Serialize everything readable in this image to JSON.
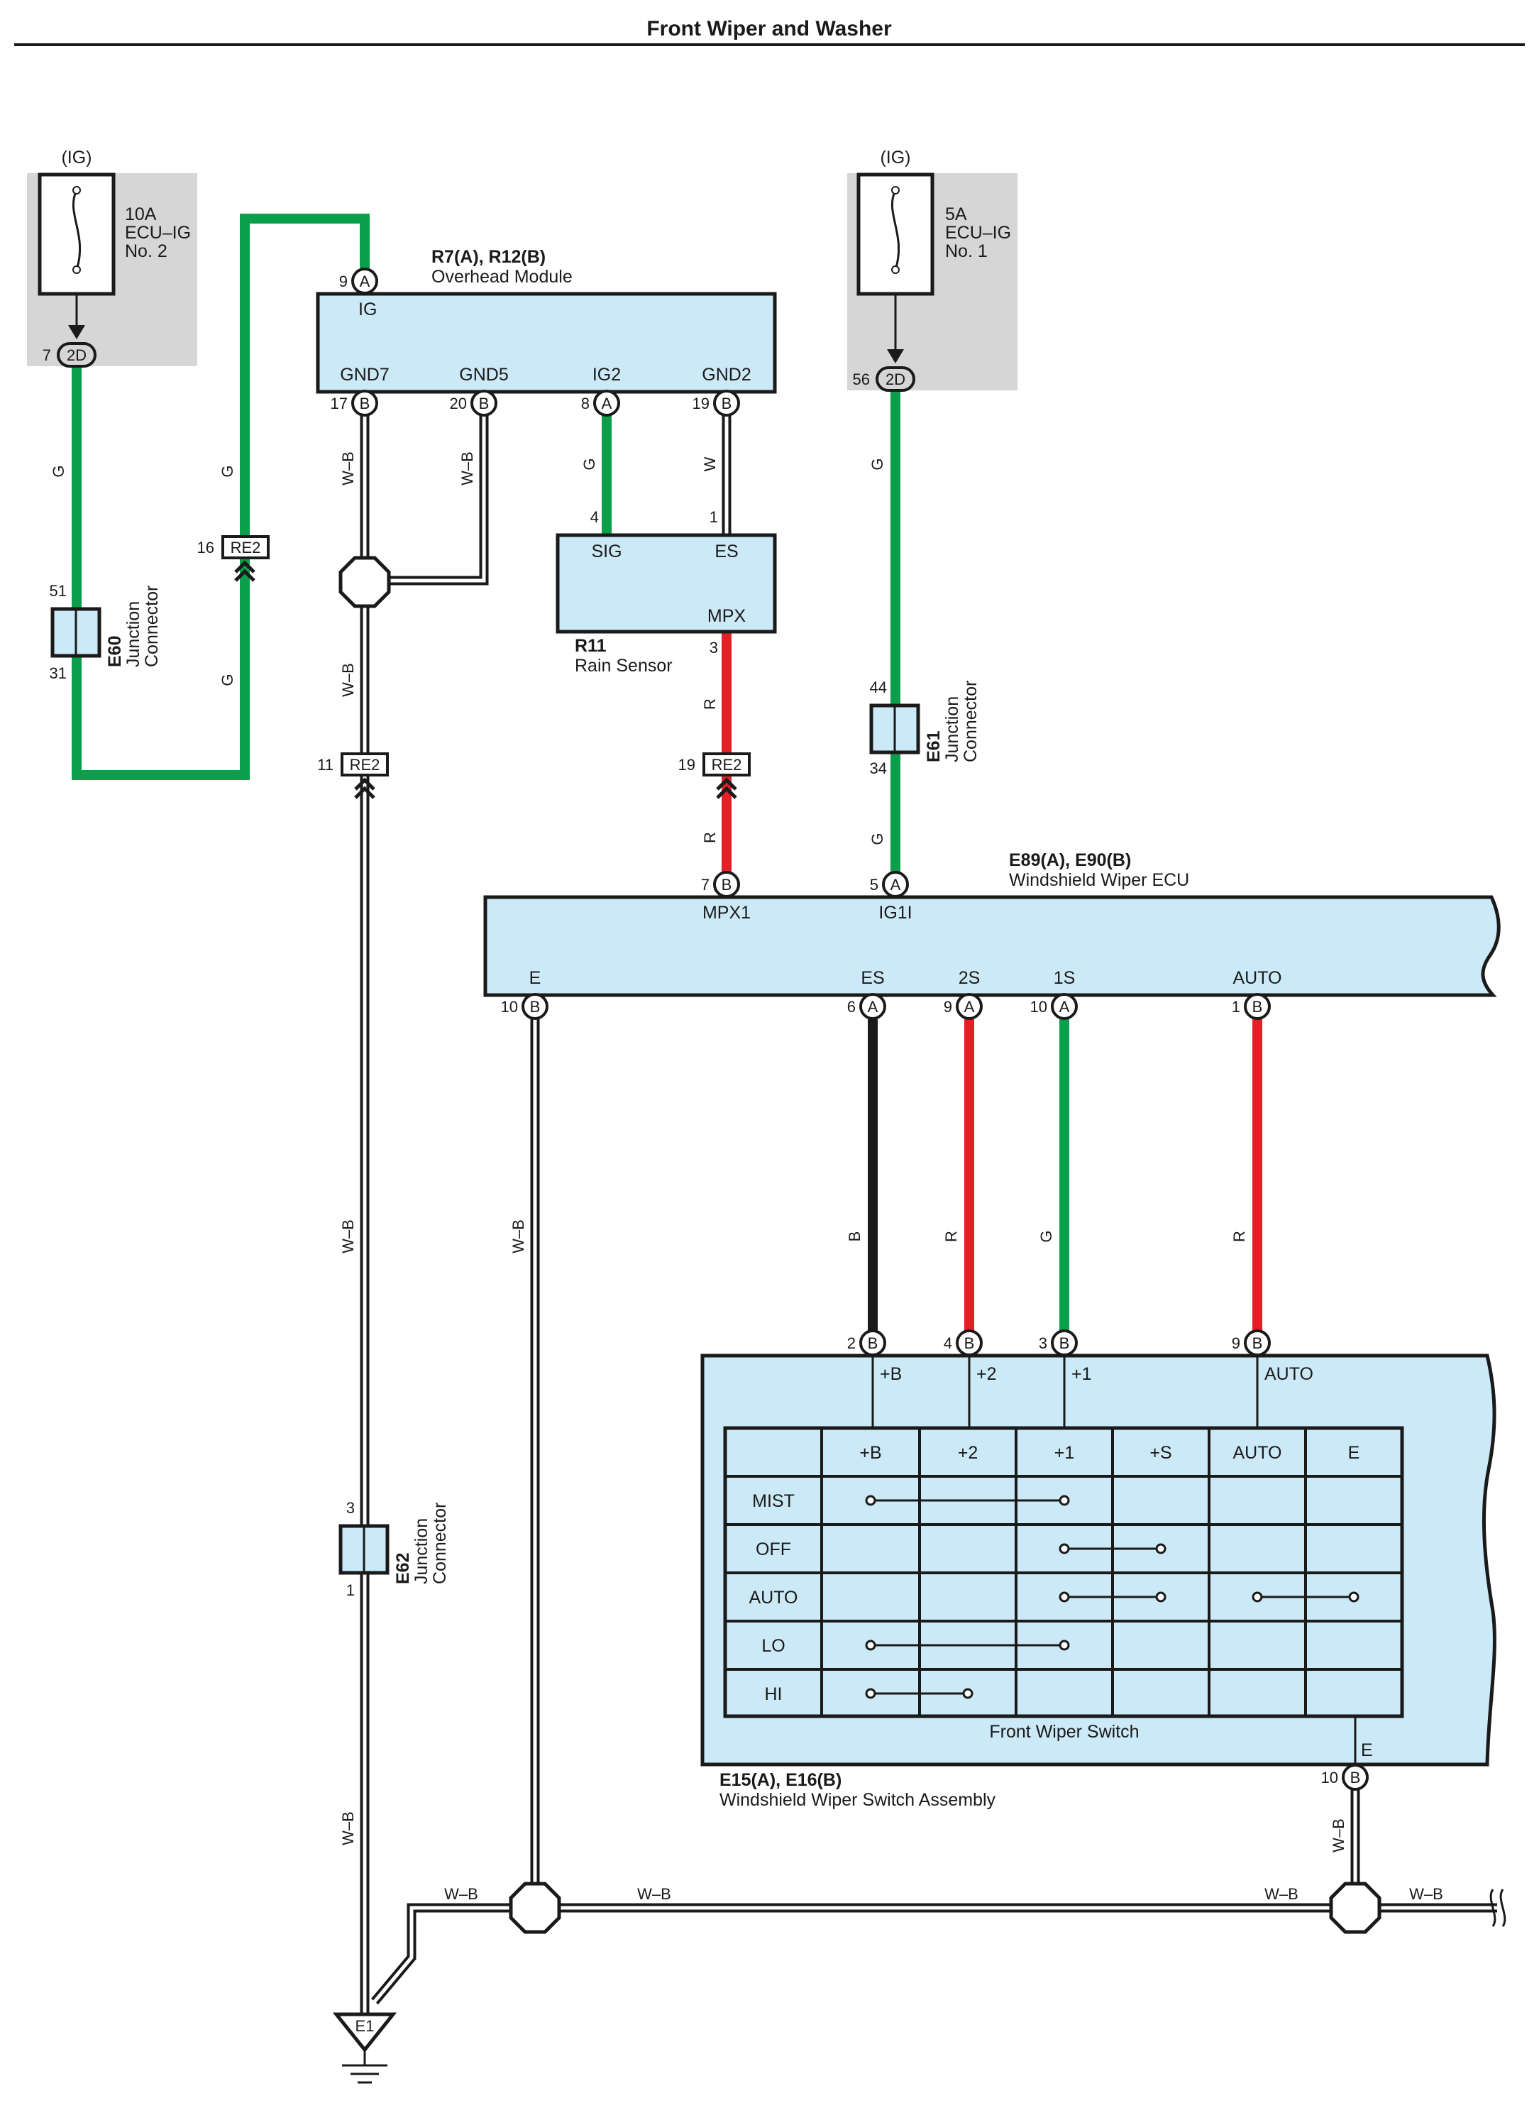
{
  "title": "Front Wiper and Washer",
  "colors": {
    "green": "#0a9f4a",
    "red": "#e41f26",
    "black": "#1a1a1a",
    "component_fill": "#cce9f7",
    "fuse_box_fill": "#d6d6d6"
  },
  "fuses": [
    {
      "id": "fuse-ecu-ig-2",
      "power": "(IG)",
      "rating": "10A",
      "name": "ECU–IG",
      "number": "No. 2",
      "pin": "7",
      "connector": "2D"
    },
    {
      "id": "fuse-ecu-ig-1",
      "power": "(IG)",
      "rating": "5A",
      "name": "ECU–IG",
      "number": "No. 1",
      "pin": "56",
      "connector": "2D"
    }
  ],
  "components": {
    "overhead_module": {
      "code": "R7(A), R12(B)",
      "name": "Overhead Module",
      "terminals": [
        {
          "label": "IG",
          "pin": "9",
          "conn": "A"
        },
        {
          "label": "GND7",
          "pin": "17",
          "conn": "B"
        },
        {
          "label": "GND5",
          "pin": "20",
          "conn": "B"
        },
        {
          "label": "IG2",
          "pin": "8",
          "conn": "A"
        },
        {
          "label": "GND2",
          "pin": "19",
          "conn": "B"
        }
      ]
    },
    "rain_sensor": {
      "code": "R11",
      "name": "Rain Sensor",
      "terminals": [
        {
          "label": "SIG",
          "pin": "4"
        },
        {
          "label": "ES",
          "pin": "1"
        },
        {
          "label": "MPX",
          "pin": "3"
        }
      ]
    },
    "wiper_ecu": {
      "code": "E89(A), E90(B)",
      "name": "Windshield Wiper ECU",
      "terminals": [
        {
          "label": "MPX1",
          "pin": "7",
          "conn": "B"
        },
        {
          "label": "IG1I",
          "pin": "5",
          "conn": "A"
        },
        {
          "label": "E",
          "pin": "10",
          "conn": "B"
        },
        {
          "label": "ES",
          "pin": "6",
          "conn": "A"
        },
        {
          "label": "2S",
          "pin": "9",
          "conn": "A"
        },
        {
          "label": "1S",
          "pin": "10",
          "conn": "A"
        },
        {
          "label": "AUTO",
          "pin": "1",
          "conn": "B"
        }
      ]
    },
    "switch_assembly": {
      "code": "E15(A), E16(B)",
      "name": "Windshield Wiper Switch Assembly",
      "subname": "Front Wiper Switch",
      "terminals": [
        {
          "label": "+B",
          "pin": "2",
          "conn": "B"
        },
        {
          "label": "+2",
          "pin": "4",
          "conn": "B"
        },
        {
          "label": "+1",
          "pin": "3",
          "conn": "B"
        },
        {
          "label": "AUTO",
          "pin": "9",
          "conn": "B"
        },
        {
          "label": "E",
          "pin": "10",
          "conn": "B"
        }
      ]
    }
  },
  "junction_connectors": [
    {
      "id": "E60",
      "label1": "Junction",
      "label2": "Connector",
      "pin_top": "51",
      "pin_bottom": "31"
    },
    {
      "id": "E61",
      "label1": "Junction",
      "label2": "Connector",
      "pin_top": "44",
      "pin_bottom": "34"
    },
    {
      "id": "E62",
      "label1": "Junction",
      "label2": "Connector",
      "pin_top": "3",
      "pin_bottom": "1"
    }
  ],
  "inline_connectors": [
    {
      "name": "RE2",
      "pin": "16"
    },
    {
      "name": "RE2",
      "pin": "11"
    },
    {
      "name": "RE2",
      "pin": "19"
    }
  ],
  "wire_colors": {
    "g": "G",
    "wb": "W–B",
    "w": "W",
    "r": "R",
    "b": "B"
  },
  "ground": {
    "name": "E1"
  },
  "switch_table": {
    "columns": [
      "+B",
      "+2",
      "+1",
      "+S",
      "AUTO",
      "E"
    ],
    "rows": [
      {
        "mode": "MIST",
        "connect": [
          "+B",
          "+1"
        ]
      },
      {
        "mode": "OFF",
        "connect": [
          "+1",
          "+S"
        ]
      },
      {
        "mode": "AUTO",
        "connect": [
          "+1",
          "+S",
          "AUTO",
          "E"
        ]
      },
      {
        "mode": "LO",
        "connect": [
          "+B",
          "+1"
        ]
      },
      {
        "mode": "HI",
        "connect": [
          "+B",
          "+2"
        ]
      }
    ]
  }
}
